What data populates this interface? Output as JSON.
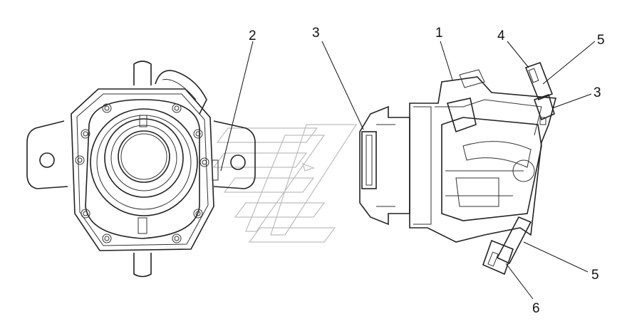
{
  "callouts": [
    {
      "id": "c2",
      "text": "2"
    },
    {
      "id": "c3a",
      "text": "3"
    },
    {
      "id": "c1",
      "text": "1"
    },
    {
      "id": "c4",
      "text": "4"
    },
    {
      "id": "c5a",
      "text": "5"
    },
    {
      "id": "c3b",
      "text": "3"
    },
    {
      "id": "c5b",
      "text": "5"
    },
    {
      "id": "c6",
      "text": "6"
    }
  ]
}
